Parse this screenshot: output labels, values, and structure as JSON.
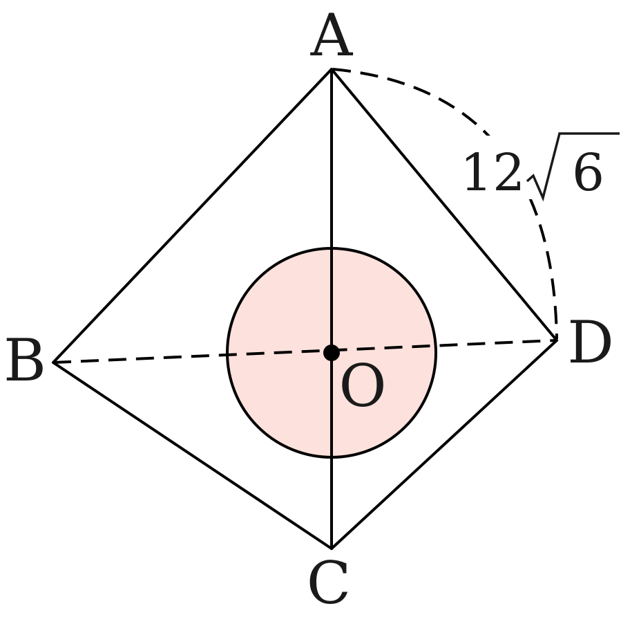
{
  "vertices": {
    "A": "A",
    "B": "B",
    "C": "C",
    "D": "D",
    "O": "O"
  },
  "measurement": {
    "coefficient": "12",
    "radicand": "6"
  },
  "colors": {
    "sphere_fill": "#fde1dc",
    "stroke": "#000000",
    "text": "#1a1a1a"
  }
}
